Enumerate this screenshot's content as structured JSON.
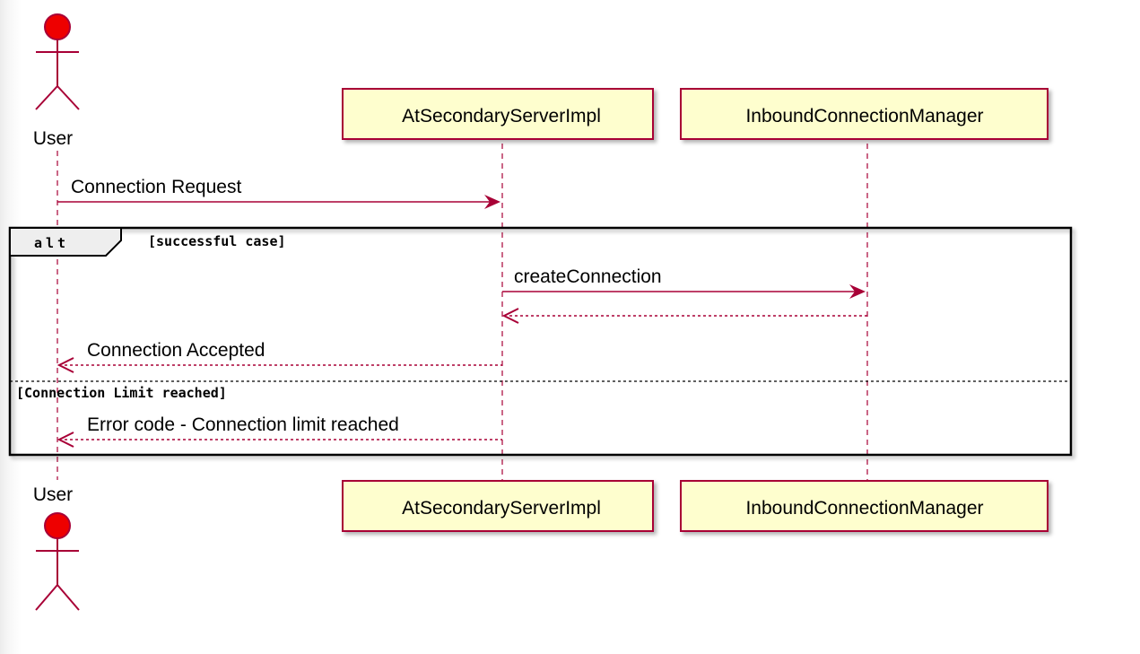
{
  "participants": {
    "user": "User",
    "server": "AtSecondaryServerImpl",
    "manager": "InboundConnectionManager"
  },
  "messages": {
    "connection_request": "Connection Request",
    "create_connection": "createConnection",
    "connection_accepted": "Connection Accepted",
    "error_limit": "Error code - Connection limit reached"
  },
  "alt": {
    "keyword": "alt",
    "guard_success": "[successful case]",
    "guard_limit": "[Connection Limit reached]"
  },
  "colors": {
    "actor_fill": "#ee0000",
    "line": "#a80036",
    "box_fill": "#fefece",
    "frame": "#000000"
  }
}
